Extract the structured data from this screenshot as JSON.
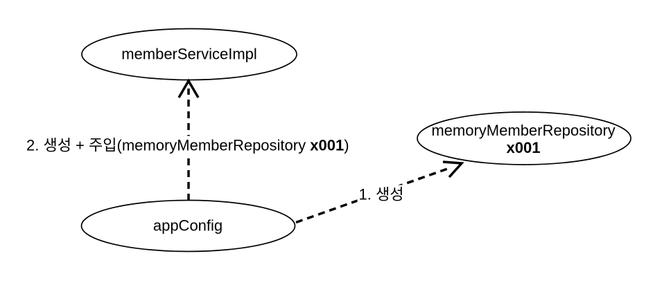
{
  "colors": {
    "background": "#ffffff",
    "stroke": "#000000",
    "text": "#000000"
  },
  "nodes": [
    {
      "label": "memberServiceImpl"
    },
    {
      "label": "memoryMemberRepository",
      "sublabel": "x001"
    },
    {
      "label": "appConfig"
    }
  ],
  "edges": {
    "inject": {
      "prefix": "2. 생성 + 주입(memoryMemberRepository ",
      "bold": "x001",
      "suffix": ")"
    },
    "create": {
      "label": "1. 생성"
    }
  }
}
